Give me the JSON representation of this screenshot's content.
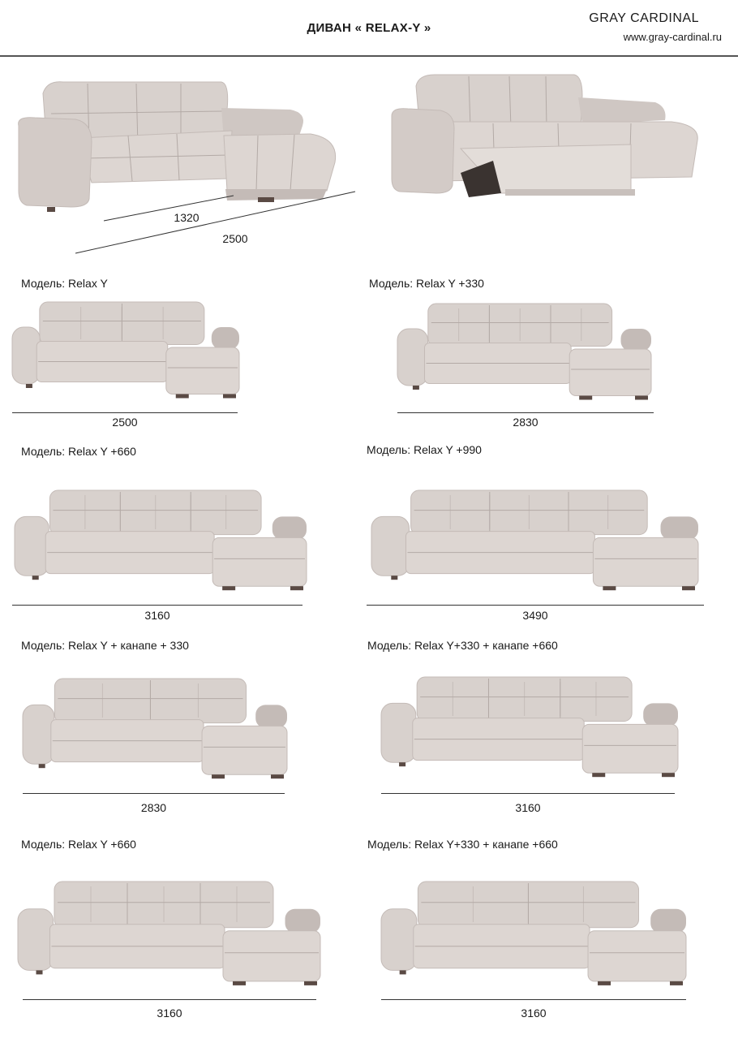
{
  "header": {
    "title": "ДИВАН « RELAX-Y  »",
    "brand": "GRAY CARDINAL",
    "website": "www.gray-cardinal.ru"
  },
  "hero": {
    "depth_dim": "1320",
    "width_dim": "2500"
  },
  "models": [
    {
      "label": "Модель: Relax Y",
      "width": "2500"
    },
    {
      "label": "Модель: Relax Y +330",
      "width": "2830"
    },
    {
      "label": "Модель: Relax Y +660",
      "width": "3160"
    },
    {
      "label": "Модель: Relax Y +990",
      "width": "3490"
    },
    {
      "label": "Модель: Relax Y + канапе + 330",
      "width": "2830"
    },
    {
      "label": "Модель: Relax Y+330 + канапе +660",
      "width": "3160"
    },
    {
      "label": "Модель: Relax Y +660",
      "width": "3160"
    },
    {
      "label": "Модель: Relax Y+330 + канапе +660",
      "width": "3160"
    }
  ],
  "colors": {
    "upholstery": "#d8d1cd",
    "upholstery_shadow": "#c4bbb7",
    "legs": "#5a4a44"
  }
}
